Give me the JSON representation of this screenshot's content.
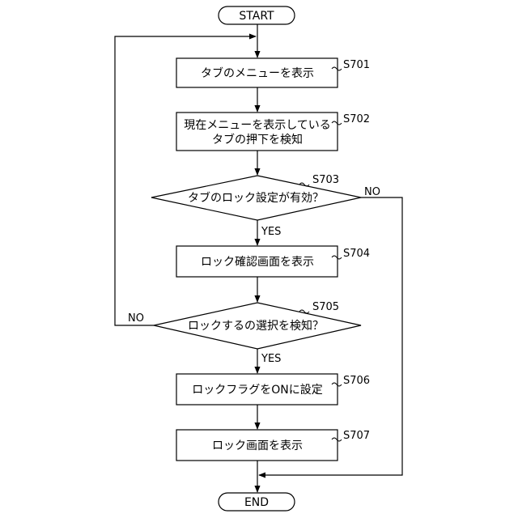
{
  "terminals": {
    "start": "START",
    "end": "END"
  },
  "processes": [
    {
      "id": "S701",
      "lines": [
        "タブのメニューを表示"
      ]
    },
    {
      "id": "S702",
      "lines": [
        "現在メニューを表示している",
        "タブの押下を検知"
      ]
    },
    {
      "id": "S704",
      "lines": [
        "ロック確認画面を表示"
      ]
    },
    {
      "id": "S706",
      "lines": [
        "ロックフラグをONに設定"
      ]
    },
    {
      "id": "S707",
      "lines": [
        "ロック画面を表示"
      ]
    }
  ],
  "decisions": [
    {
      "id": "S703",
      "text": "タブのロック設定が有効？"
    },
    {
      "id": "S705",
      "text": "ロックするの選択を検知？"
    }
  ],
  "edge_labels": {
    "s703_yes": "YES",
    "s703_no": "NO",
    "s705_yes": "YES",
    "s705_no": "NO"
  }
}
